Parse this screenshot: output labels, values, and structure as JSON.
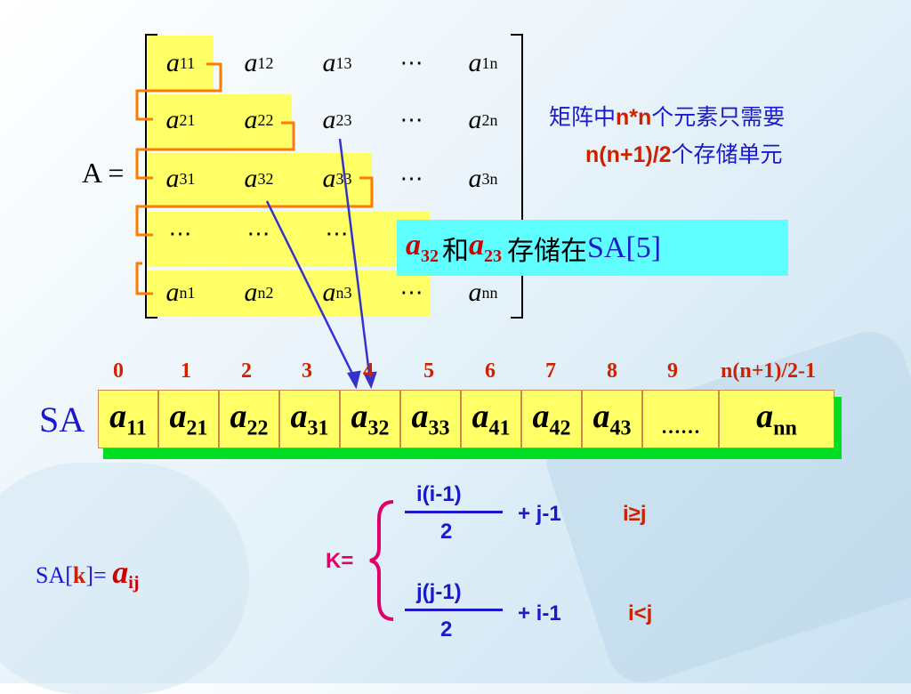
{
  "matrix": {
    "label": "A =",
    "rows": [
      [
        {
          "b": "a",
          "s": "11"
        },
        {
          "b": "a",
          "s": "12"
        },
        {
          "b": "a",
          "s": "13"
        },
        {
          "b": "⋯",
          "s": ""
        },
        {
          "b": "a",
          "s": "1n"
        }
      ],
      [
        {
          "b": "a",
          "s": "21"
        },
        {
          "b": "a",
          "s": "22"
        },
        {
          "b": "a",
          "s": "23"
        },
        {
          "b": "⋯",
          "s": ""
        },
        {
          "b": "a",
          "s": "2n"
        }
      ],
      [
        {
          "b": "a",
          "s": "31"
        },
        {
          "b": "a",
          "s": "32"
        },
        {
          "b": "a",
          "s": "33"
        },
        {
          "b": "⋯",
          "s": ""
        },
        {
          "b": "a",
          "s": "3n"
        }
      ],
      [
        {
          "b": "⋯",
          "s": ""
        },
        {
          "b": "⋯",
          "s": ""
        },
        {
          "b": "⋯",
          "s": ""
        },
        {
          "b": "",
          "s": ""
        },
        {
          "b": "",
          "s": ""
        }
      ],
      [
        {
          "b": "a",
          "s": "n1"
        },
        {
          "b": "a",
          "s": "n2"
        },
        {
          "b": "a",
          "s": "n3"
        },
        {
          "b": "⋯",
          "s": ""
        },
        {
          "b": "a",
          "s": "nn"
        }
      ]
    ]
  },
  "note": {
    "line1_pre": "矩阵中",
    "line1_bold": "n*n",
    "line1_post": "个元素只需要",
    "line2_bold": "n(n+1)/2",
    "line2_post": "个存储单元"
  },
  "callout": {
    "var1": "a",
    "var1_sub": "32",
    "and": "和",
    "var2": "a",
    "var2_sub": "23",
    "text": "存储在",
    "target": "SA[5]"
  },
  "sa": {
    "label": "SA",
    "indices": [
      "0",
      "1",
      "2",
      "3",
      "4",
      "5",
      "6",
      "7",
      "8",
      "9",
      "n(n+1)/2-1"
    ],
    "cells": [
      {
        "v": "a",
        "s": "11"
      },
      {
        "v": "a",
        "s": "21"
      },
      {
        "v": "a",
        "s": "22"
      },
      {
        "v": "a",
        "s": "31"
      },
      {
        "v": "a",
        "s": "32"
      },
      {
        "v": "a",
        "s": "33"
      },
      {
        "v": "a",
        "s": "41"
      },
      {
        "v": "a",
        "s": "42"
      },
      {
        "v": "a",
        "s": "43"
      },
      {
        "v": "……",
        "s": ""
      },
      {
        "v": "a",
        "s": "nn"
      }
    ]
  },
  "formula": {
    "lhs_pre": "SA[",
    "lhs_k": "k",
    "lhs_post": "]=",
    "lhs_a": "a",
    "lhs_ij": "ij",
    "k_label": "K=",
    "case1_num": "i(i-1)",
    "case1_den": "2",
    "case1_tail": "+ j-1",
    "case1_cond": "i≥j",
    "case2_num": "j(j-1)",
    "case2_den": "2",
    "case2_tail": "+ i-1",
    "case2_cond": "i<j"
  }
}
